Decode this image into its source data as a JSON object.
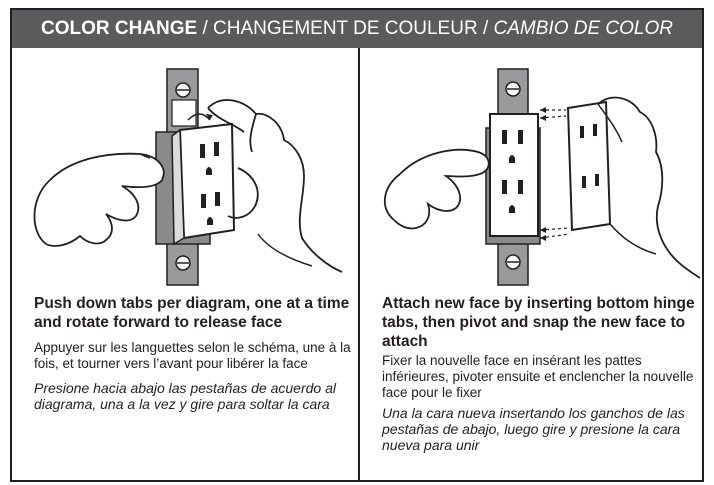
{
  "header": {
    "title_bold": "COLOR CHANGE",
    "sep1": " / ",
    "title_fr": "CHANGEMENT DE COULEUR",
    "sep2": " / ",
    "title_es": "CAMBIO DE COLOR"
  },
  "panels": [
    {
      "illustration": "hand-pushing-outlet-face-tabs",
      "en": "Push down tabs per diagram, one at a time and rotate forward to release face",
      "fr": "Appuyer sur les languettes selon le schéma, une à la fois, et tourner vers l’avant pour libérer la face",
      "es": "Presione hacia abajo las pestañas de acuerdo al diagrama, una a la vez y gire para soltar la cara"
    },
    {
      "illustration": "hand-attaching-new-outlet-face",
      "en": "Attach new face by inserting bottom hinge tabs, then pivot and snap the new face to attach",
      "fr": "Fixer la nouvelle face en insérant les pattes inférieures, pivoter ensuite et enclencher la nouvelle face pour le fixer",
      "es": "Una la cara nueva insertando los ganchos de las pestañas de abajo, luego gire y presione la cara nueva para unir"
    }
  ],
  "colors": {
    "header_bg": "#5b5b5d",
    "header_text": "#ffffff",
    "ink": "#231f20",
    "plate": "#9a9a9c"
  }
}
